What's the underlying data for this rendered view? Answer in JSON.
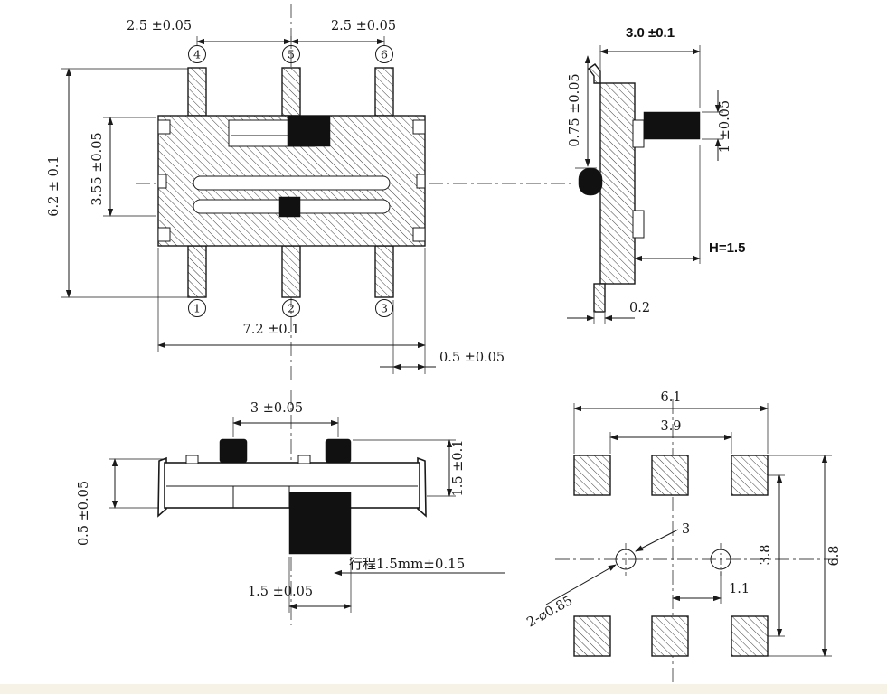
{
  "drawing": {
    "colors": {
      "line": "#1a1a1a",
      "fill_black": "#111111",
      "background": "#ffffff",
      "bottom_strip": "#f6f3e6"
    },
    "top_view": {
      "dim_pitch_left": "2.5 ±0.05",
      "dim_pitch_right": "2.5 ±0.05",
      "dim_overall_height": "6.2 ± 0.1",
      "dim_body_height": "3.55 ±0.05",
      "dim_overall_width": "7.2 ±0.1",
      "dim_pin_edge": "0.5 ±0.05",
      "pins_top": [
        "4",
        "5",
        "6"
      ],
      "pins_bottom": [
        "1",
        "2",
        "3"
      ]
    },
    "side_view": {
      "dim_depth": "3.0 ±0.1",
      "dim_knob_height": "0.75 ±0.05",
      "dim_actuator_height": "1 ±0.05",
      "dim_stem_height": "H=1.5",
      "dim_terminal_thickness": "0.2"
    },
    "front_view": {
      "dim_knob_pitch": "3 ±0.05",
      "dim_cover_height": "1.5 ±0.1",
      "dim_base_height": "0.5 ±0.05",
      "travel_note": "行程1.5mm±0.15",
      "dim_stem_width": "1.5 ±0.05"
    },
    "land_pattern": {
      "dim_pad_span": "6.1",
      "dim_pad_inner": "3.9",
      "dim_hole_pitch": "3",
      "dim_hole_offset": "1.1",
      "dim_row_pitch": "3.8",
      "dim_overall": "6.8",
      "holes_label": "2-⌀0.85"
    }
  }
}
